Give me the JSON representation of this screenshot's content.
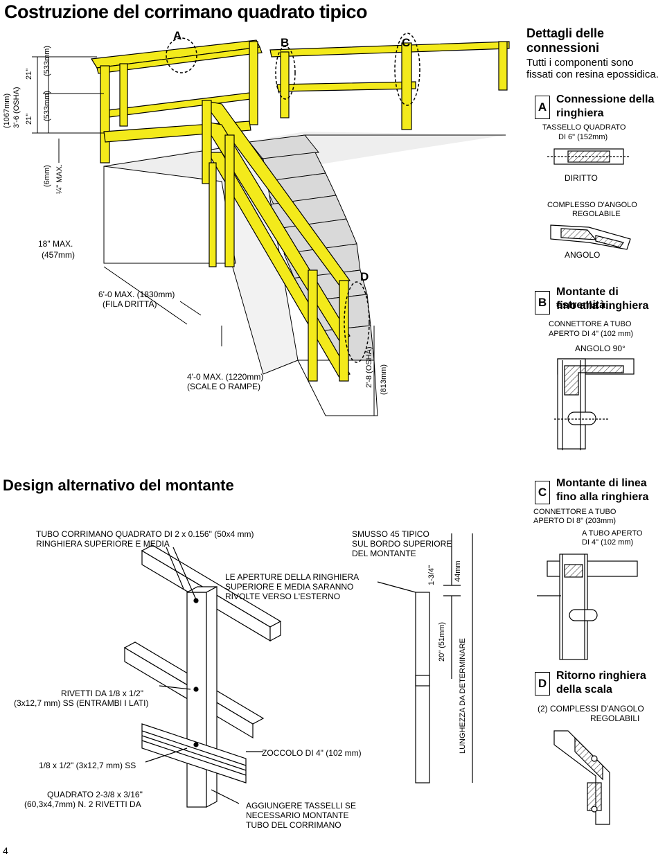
{
  "page": {
    "title": "Costruzione del corrimano quadrato tipico",
    "page_number": "4"
  },
  "dimensions": {
    "overall_imperial": "3'-6 (OSHA)",
    "overall_metric": "(1067mm)",
    "upper_imperial": "21\"",
    "upper_metric": "(533mm)",
    "lower_imperial": "21\"",
    "lower_metric": "(533mm)",
    "gap_imperial": "¼\" MAX.",
    "gap_metric": "(6mm)",
    "toe_max": "18\" MAX.",
    "toe_metric": "(457mm)",
    "span_straight_1": "6'-0 MAX. (1830mm)",
    "span_straight_2": "(FILA DRITTA)",
    "span_stairs_1": "4'-0 MAX. (1220mm)",
    "span_stairs_2": "(SCALE O RAMPE)",
    "stair_height_imperial": "2'-8 (OSHA)",
    "stair_height_metric": "(813mm)"
  },
  "callouts": {
    "a": "A",
    "b": "B",
    "c": "C",
    "d": "D"
  },
  "details": {
    "heading_1": "Dettagli delle",
    "heading_2": "connessioni",
    "note_1": "Tutti i componenti sono",
    "note_2": "fissati con resina epossidica.",
    "a": {
      "badge": "A",
      "title_1": "Connessione della",
      "title_2": "ringhiera",
      "label_1": "TASSELLO QUADRATO",
      "label_2": "DI 6\" (152mm)",
      "straight": "DIRITTO",
      "adj_1": "COMPLESSO D'ANGOLO",
      "adj_2": "REGOLABILE",
      "angle": "ANGOLO"
    },
    "b": {
      "badge": "B",
      "title_1": "Montante di estremità",
      "title_2": "fino alla ringhiera",
      "label_1": "CONNETTORE A TUBO",
      "label_2": "APERTO DI 4\" (102 mm)",
      "angle": "ANGOLO 90°"
    },
    "c": {
      "badge": "C",
      "title_1": "Montante di linea",
      "title_2": "fino alla ringhiera",
      "label_1": "CONNETTORE A TUBO",
      "label_2": "APERTO DI 8\" (203mm)",
      "label_3": "A TUBO APERTO",
      "label_4": "DI 4\" (102 mm)"
    },
    "d": {
      "badge": "D",
      "title_1": "Ritorno ringhiera",
      "title_2": "della scala",
      "label_1": "(2) COMPLESSI D'ANGOLO",
      "label_2": "REGOLABILI"
    }
  },
  "alt_design": {
    "title": "Design alternativo del montante",
    "tube_1": "TUBO CORRIMANO QUADRATO DI 2 x 0.156\" (50x4 mm)",
    "tube_2": "RINGHIERA SUPERIORE E MEDIA",
    "openings_1": "LE APERTURE DELLA RINGHIERA",
    "openings_2": "SUPERIORE E MEDIA SARANNO",
    "openings_3": "RIVOLTE VERSO L'ESTERNO",
    "chamfer_1": "SMUSSO 45 TIPICO",
    "chamfer_2": "SUL BORDO SUPERIORE",
    "chamfer_3": "DEL MONTANTE",
    "dim_134": "1-3/4\"",
    "dim_44": "44mm",
    "rivets_1": "RIVETTI DA 1/8 x 1/2\"",
    "rivets_2": "(3x12,7 mm) SS (ENTRAMBI I LATI)",
    "dim_20": "20\" (51mm)",
    "length": "LUNGHEZZA DA DETERMINARE",
    "rivet_ss": "1/8 x 1/2\" (3x12,7 mm) SS",
    "toeboard": "ZOCCOLO DI 4\" (102 mm)",
    "square_1": "QUADRATO 2-3/8 x 3/16\"",
    "square_2": "(60,3x4,7mm) N. 2 RIVETTI DA",
    "add_1": "AGGIUNGERE TASSELLI SE",
    "add_2": "NECESSARIO MONTANTE",
    "add_3": "TUBO DEL CORRIMANO"
  },
  "colors": {
    "rail": "#f3ea1b",
    "outline": "#000000",
    "hatch": "#555555"
  }
}
